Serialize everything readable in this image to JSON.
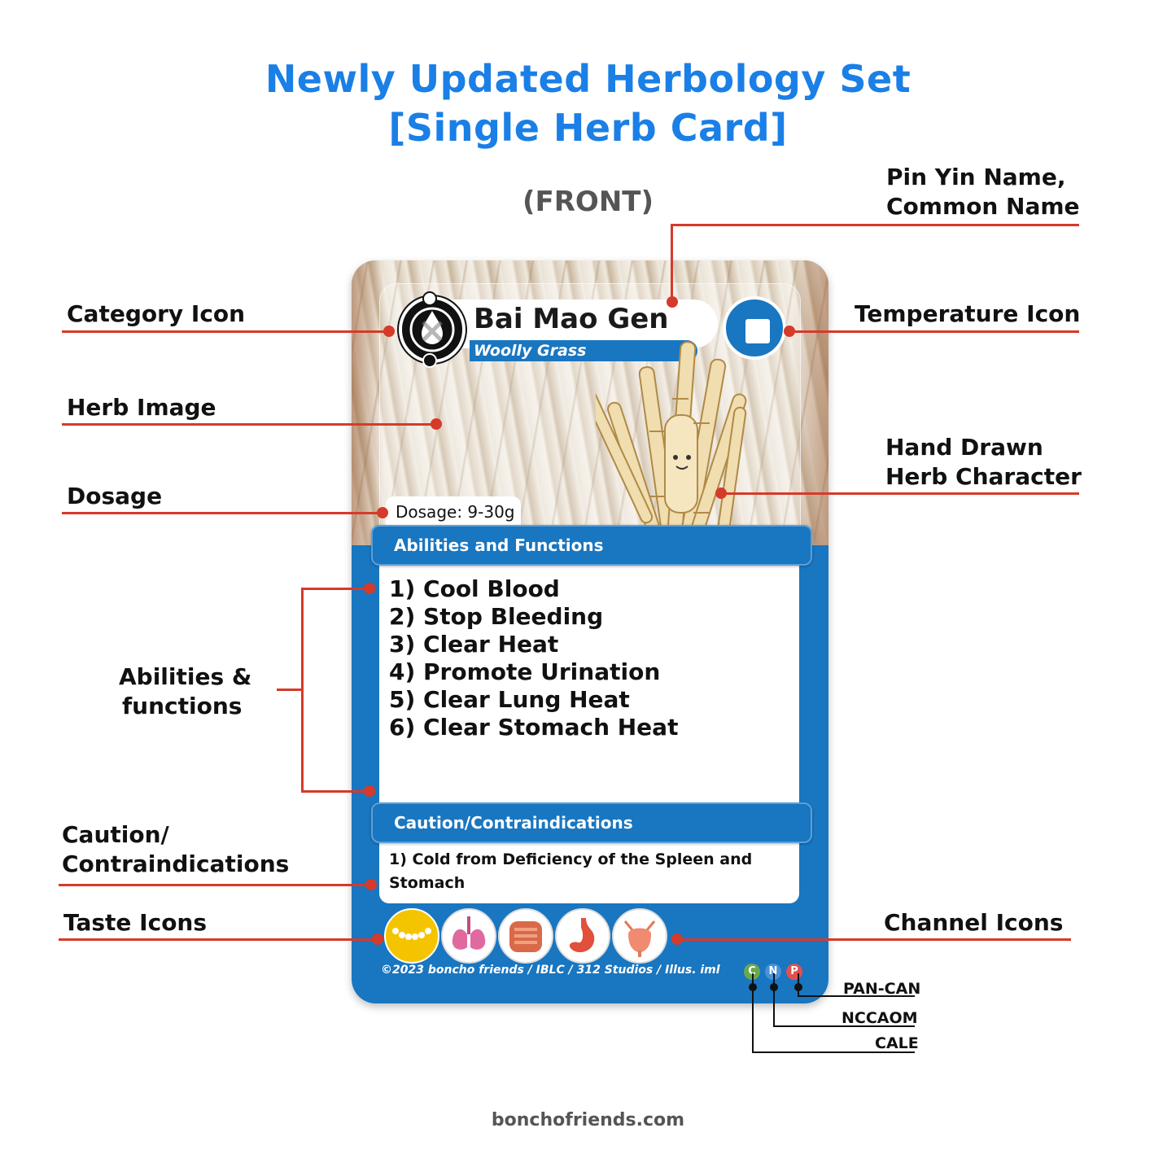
{
  "header": {
    "title_line1": "Newly Updated Herbology Set",
    "title_line2": "[Single Herb Card]",
    "side": "(FRONT)"
  },
  "labels": {
    "pinyin_line1": "Pin Yin Name,",
    "pinyin_line2": "Common Name",
    "category": "Category Icon",
    "temperature": "Temperature Icon",
    "herb_image": "Herb Image",
    "character_line1": "Hand Drawn",
    "character_line2": "Herb Character",
    "dosage": "Dosage",
    "abilities_line1": "Abilities &",
    "abilities_line2": "functions",
    "caution_line1": "Caution/",
    "caution_line2": "Contraindications",
    "taste": "Taste Icons",
    "channel": "Channel Icons",
    "pancan": "PAN-CAN",
    "nccaom": "NCCAOM",
    "cale": "CALE"
  },
  "card": {
    "herb_name": "Bai Mao Gen",
    "common_name": "Woolly Grass",
    "dosage": "Dosage: 9-30g",
    "abilities_title": "Abilities and Functions",
    "abilities": [
      "1) Cool Blood",
      "2) Stop Bleeding",
      "3) Clear Heat",
      "4) Promote Urination",
      "5) Clear Lung Heat",
      "6) Clear Stomach Heat"
    ],
    "caution_title": "Caution/Contraindications",
    "caution_line1": "1) Cold from Deficiency of the Spleen and",
    "caution_line2": "Stomach",
    "copyright": "©2023 boncho friends / IBLC / 312 Studios / Illus. iml",
    "credentials": [
      "C",
      "N",
      "P"
    ],
    "icons": {
      "category": "category-icon",
      "temperature": "temperature-icon",
      "taste": "sweet-taste-icon",
      "channels": [
        "lung-icon",
        "intestine-icon",
        "stomach-icon",
        "bladder-icon"
      ]
    }
  },
  "colors": {
    "title_blue": "#1a7fe6",
    "card_blue": "#1976c0",
    "pointer_red": "#d63a2a",
    "taste_yellow": "#f5c400"
  },
  "footer": "bonchofriends.com"
}
